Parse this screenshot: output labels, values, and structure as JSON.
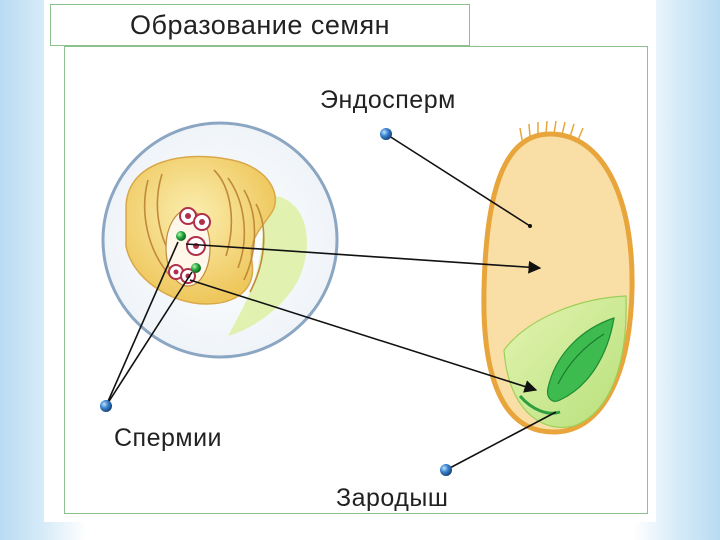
{
  "title": "Образование семян",
  "labels": {
    "endosperm": "Эндосперм",
    "sperm": "Спермии",
    "embryo": "Зародыш"
  },
  "colors": {
    "frame": "#8cc08c",
    "seed_fill": "#f9dfa6",
    "seed_border": "#e8a53c",
    "embryo_light": "#d9ee9c",
    "embryo_dark": "#3dbb4f",
    "ovule_yellow": "#f2d46a",
    "sperm_green": "#1e9e3c",
    "marker_blue": "#2b6fb6"
  }
}
